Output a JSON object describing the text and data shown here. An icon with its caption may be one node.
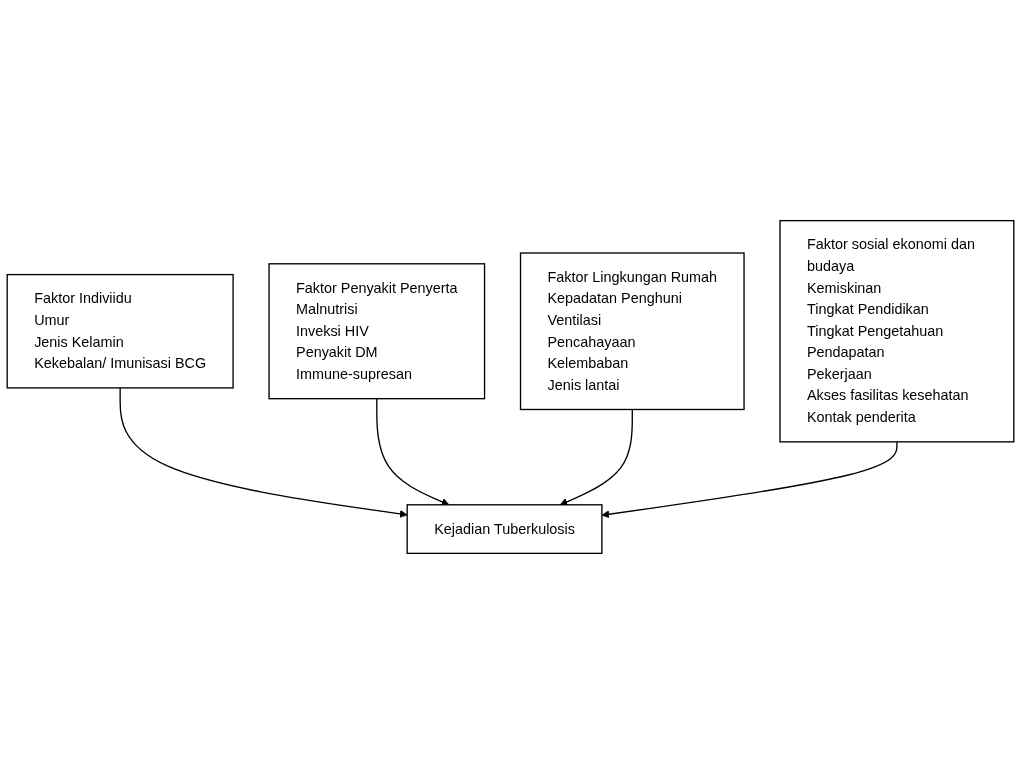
{
  "diagram": {
    "nodes": [
      {
        "text": [
          "Faktor Indiviidu",
          "Umur",
          "Jenis Kelamin",
          "Kekebalan/ Imunisasi BCG"
        ]
      },
      {
        "text": [
          "Faktor Penyakit Penyerta",
          "Malnutrisi",
          "Inveksi HIV",
          "Penyakit DM",
          "Immune-supresan"
        ]
      },
      {
        "text": [
          "Faktor Lingkungan Rumah",
          "Kepadatan Penghuni",
          "Ventilasi",
          "Pencahayaan",
          "Kelembaban",
          "Jenis lantai"
        ]
      },
      {
        "text": [
          "Kejadian Tuberkulosis"
        ]
      },
      {
        "text": [
          "Faktor sosial ekonomi dan budaya",
          "Kemiskinan",
          "Tingkat Pendidikan",
          "Tingkat Pengetahuan",
          "Pendapatan",
          "Pekerjaan",
          "Akses fasilitas kesehatan",
          "Kontak penderita"
        ]
      }
    ],
    "edges": [
      {
        "from": 0,
        "to": 3,
        "arrow": "to"
      },
      {
        "from": 1,
        "to": 3,
        "arrow": "to"
      },
      {
        "from": 2,
        "to": 3,
        "arrow": "to"
      },
      {
        "from": 4,
        "to": 3,
        "arrow": "to"
      }
    ]
  }
}
